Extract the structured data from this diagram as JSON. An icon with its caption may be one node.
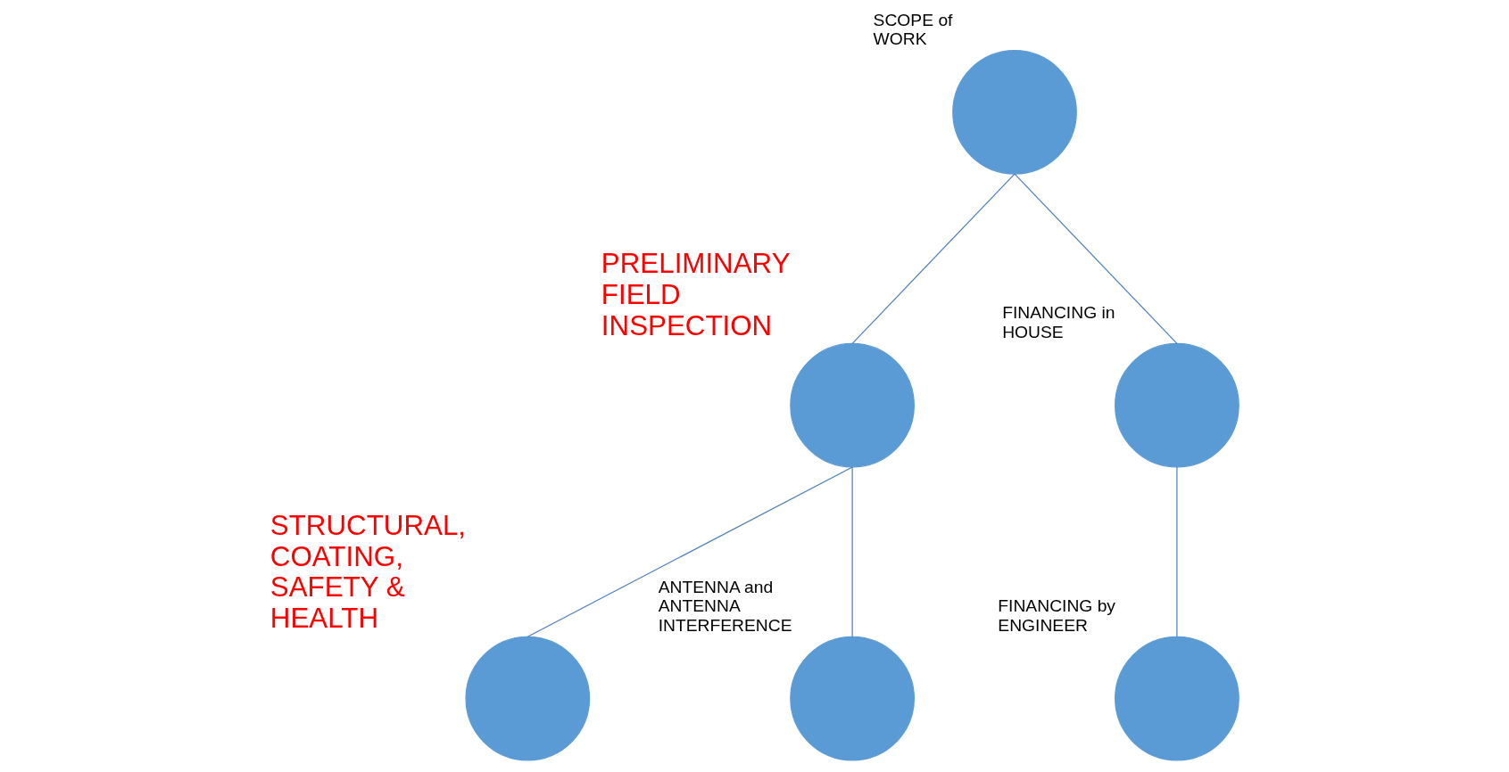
{
  "diagram": {
    "nodes": [
      {
        "text": [
          "SCOPE of WORK"
        ]
      },
      {
        "text": [
          "PRELIMINARY FIELD INSPECTION"
        ]
      },
      {
        "text": [
          "FINANCING in HOUSE"
        ]
      },
      {
        "text": [
          "STRUCTURAL, COATING, SAFETY & HEALTH"
        ]
      },
      {
        "text": [
          "ANTENNA and ANTENNA INTERFERENCE"
        ]
      },
      {
        "text": [
          "FINANCING by ENGINEER"
        ]
      }
    ],
    "edges": [
      {
        "from": 0,
        "to": 1,
        "arrow": "none"
      },
      {
        "from": 0,
        "to": 2,
        "arrow": "none"
      },
      {
        "from": 1,
        "to": 3,
        "arrow": "none"
      },
      {
        "from": 1,
        "to": 4,
        "arrow": "none"
      },
      {
        "from": 2,
        "to": 5,
        "arrow": "none"
      }
    ]
  }
}
